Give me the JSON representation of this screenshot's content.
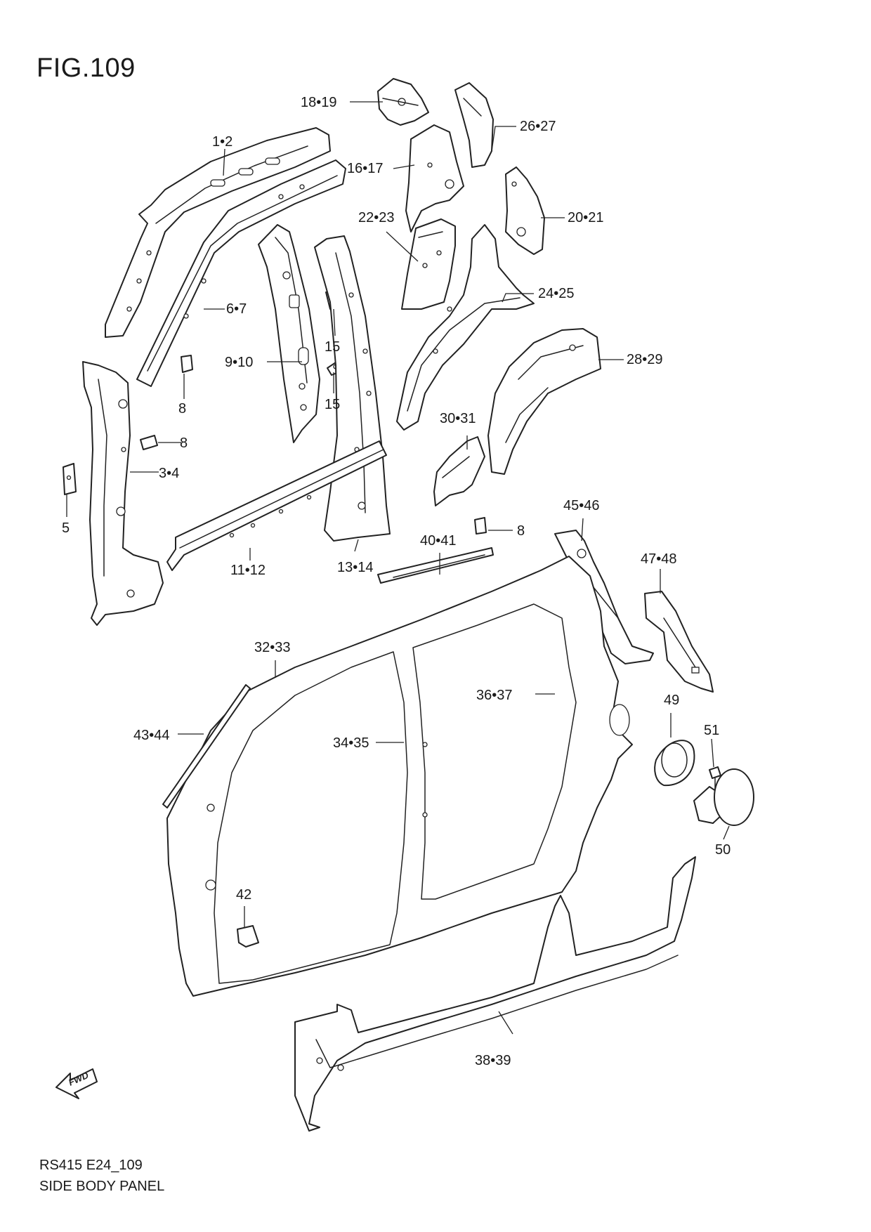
{
  "figure": {
    "title": "FIG.109"
  },
  "footer": {
    "code": "RS415 E24_109",
    "name": "SIDE BODY PANEL"
  },
  "fwd_label": "FWD",
  "callouts": [
    "1•2",
    "18•19",
    "26•27",
    "16•17",
    "20•21",
    "22•23",
    "6•7",
    "24•25",
    "9•10",
    "15",
    "15",
    "28•29",
    "8",
    "8",
    "30•31",
    "3•4",
    "5",
    "8",
    "11•12",
    "13•14",
    "40•41",
    "45•46",
    "47•48",
    "32•33",
    "36•37",
    "43•44",
    "49",
    "34•35",
    "51",
    "50",
    "42",
    "38•39"
  ]
}
